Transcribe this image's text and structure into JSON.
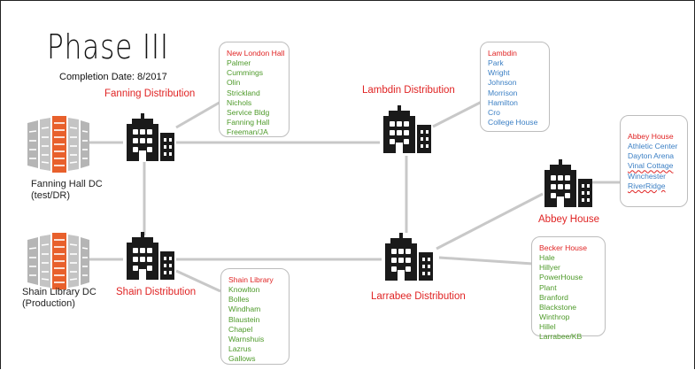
{
  "title": "Phase III",
  "subtitle": "Completion Date: 8/2017",
  "datacenters": {
    "fanning": {
      "label_line1": "Fanning Hall DC",
      "label_line2": "(test/DR)"
    },
    "shain": {
      "label_line1": "Shain Library DC",
      "label_line2": "(Production)"
    }
  },
  "distribution": {
    "fanning": "Fanning Distribution",
    "lambdin": "Lambdin Distribution",
    "shain": "Shain Distribution",
    "larrabee": "Larrabee Distribution",
    "abbey": "Abbey House"
  },
  "boxes": {
    "fanning": {
      "header": "New London Hall",
      "items": [
        "Palmer",
        "Cummings",
        "Olin",
        "Strickland",
        "Nichols",
        "Service Bldg",
        "Fanning Hall",
        "Freeman/JA"
      ]
    },
    "lambdin": {
      "header": "Lambdin",
      "items": [
        "Park",
        "Wright",
        "Johnson",
        "Morrison",
        "Hamilton",
        "Cro",
        "College House"
      ]
    },
    "abbey": {
      "header": "Abbey House",
      "items": [
        "Athletic Center",
        "Dayton Arena",
        "Vinal Cottage",
        "Winchester",
        "RiverRidge"
      ]
    },
    "larrabee": {
      "header": "Becker House",
      "items": [
        "Hale",
        "Hillyer",
        "PowerHouse",
        "Plant",
        "Branford",
        "Blackstone",
        "Winthrop",
        "Hillel",
        "Larrabee/KB"
      ]
    },
    "shain": {
      "header": "Shain Library",
      "items": [
        "Knowlton",
        "Bolles",
        "Windham",
        "Blaustein",
        "Chapel",
        "Warnshuis",
        "Lazrus",
        "Gallows"
      ]
    }
  },
  "colors": {
    "link": "#c8c8c8",
    "red": "#e02424",
    "green": "#4e9a2a",
    "blue": "#3b7fc4",
    "orange": "#e8602c",
    "rack_grey": "#b5b5b5",
    "building": "#1a1a1a"
  },
  "icons": {
    "datacenter": "server-rack-icon",
    "distribution": "office-building-icon"
  }
}
